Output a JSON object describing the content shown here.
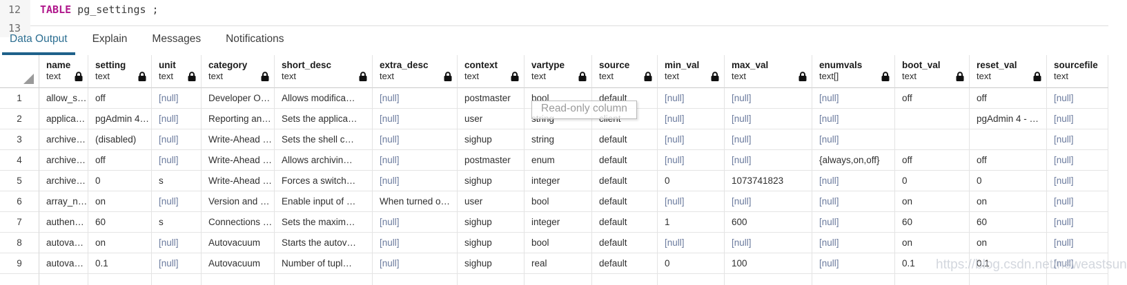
{
  "editor": {
    "lines": [
      {
        "number": "12",
        "keyword": "TABLE",
        "code": " pg_settings ;"
      },
      {
        "number": "13",
        "keyword": "",
        "code": ""
      }
    ]
  },
  "tabs": [
    {
      "label": "Data Output",
      "active": true
    },
    {
      "label": "Explain",
      "active": false
    },
    {
      "label": "Messages",
      "active": false
    },
    {
      "label": "Notifications",
      "active": false
    }
  ],
  "tooltip": {
    "text": "Read-only column"
  },
  "watermark": {
    "text": "https://blog.csdn.net/neweastsun"
  },
  "colors": {
    "tab_active_text": "#2c6e91",
    "tab_active_underline": "#1f618a",
    "keyword_magenta": "#b0188c",
    "null_text": "#6b7b9e"
  },
  "table": {
    "columns": [
      {
        "label": "name",
        "type": "text",
        "lock": true
      },
      {
        "label": "setting",
        "type": "text",
        "lock": true
      },
      {
        "label": "unit",
        "type": "text",
        "lock": true
      },
      {
        "label": "category",
        "type": "text",
        "lock": true
      },
      {
        "label": "short_desc",
        "type": "text",
        "lock": true
      },
      {
        "label": "extra_desc",
        "type": "text",
        "lock": true
      },
      {
        "label": "context",
        "type": "text",
        "lock": true
      },
      {
        "label": "vartype",
        "type": "text",
        "lock": true
      },
      {
        "label": "source",
        "type": "text",
        "lock": true
      },
      {
        "label": "min_val",
        "type": "text",
        "lock": true
      },
      {
        "label": "max_val",
        "type": "text",
        "lock": true
      },
      {
        "label": "enumvals",
        "type": "text[]",
        "lock": true
      },
      {
        "label": "boot_val",
        "type": "text",
        "lock": true
      },
      {
        "label": "reset_val",
        "type": "text",
        "lock": true
      },
      {
        "label": "sourcefile",
        "type": "text",
        "lock": false
      }
    ],
    "rows": [
      {
        "num": "1",
        "cells": [
          "allow_s…",
          "off",
          "[null]",
          "Developer O…",
          "Allows modifica…",
          "[null]",
          "postmaster",
          "bool",
          "default",
          "[null]",
          "[null]",
          "[null]",
          "off",
          "off",
          "[null]"
        ]
      },
      {
        "num": "2",
        "cells": [
          "applica…",
          "pgAdmin 4…",
          "[null]",
          "Reporting an…",
          "Sets the applica…",
          "[null]",
          "user",
          "string",
          "client",
          "[null]",
          "[null]",
          "[null]",
          "",
          "pgAdmin 4 - …",
          "[null]"
        ]
      },
      {
        "num": "3",
        "cells": [
          "archive…",
          "(disabled)",
          "[null]",
          "Write-Ahead …",
          "Sets the shell c…",
          "[null]",
          "sighup",
          "string",
          "default",
          "[null]",
          "[null]",
          "[null]",
          "",
          "",
          "[null]"
        ]
      },
      {
        "num": "4",
        "cells": [
          "archive…",
          "off",
          "[null]",
          "Write-Ahead …",
          "Allows archivin…",
          "[null]",
          "postmaster",
          "enum",
          "default",
          "[null]",
          "[null]",
          "{always,on,off}",
          "off",
          "off",
          "[null]"
        ]
      },
      {
        "num": "5",
        "cells": [
          "archive…",
          "0",
          "s",
          "Write-Ahead …",
          "Forces a switch…",
          "[null]",
          "sighup",
          "integer",
          "default",
          "0",
          "1073741823",
          "[null]",
          "0",
          "0",
          "[null]"
        ]
      },
      {
        "num": "6",
        "cells": [
          "array_n…",
          "on",
          "[null]",
          "Version and …",
          "Enable input of …",
          "When turned o…",
          "user",
          "bool",
          "default",
          "[null]",
          "[null]",
          "[null]",
          "on",
          "on",
          "[null]"
        ]
      },
      {
        "num": "7",
        "cells": [
          "authen…",
          "60",
          "s",
          "Connections …",
          "Sets the maxim…",
          "[null]",
          "sighup",
          "integer",
          "default",
          "1",
          "600",
          "[null]",
          "60",
          "60",
          "[null]"
        ]
      },
      {
        "num": "8",
        "cells": [
          "autova…",
          "on",
          "[null]",
          "Autovacuum",
          "Starts the autov…",
          "[null]",
          "sighup",
          "bool",
          "default",
          "[null]",
          "[null]",
          "[null]",
          "on",
          "on",
          "[null]"
        ]
      },
      {
        "num": "9",
        "cells": [
          "autova…",
          "0.1",
          "[null]",
          "Autovacuum",
          "Number of tupl…",
          "[null]",
          "sighup",
          "real",
          "default",
          "0",
          "100",
          "[null]",
          "0.1",
          "0.1",
          "[null]"
        ]
      }
    ]
  }
}
